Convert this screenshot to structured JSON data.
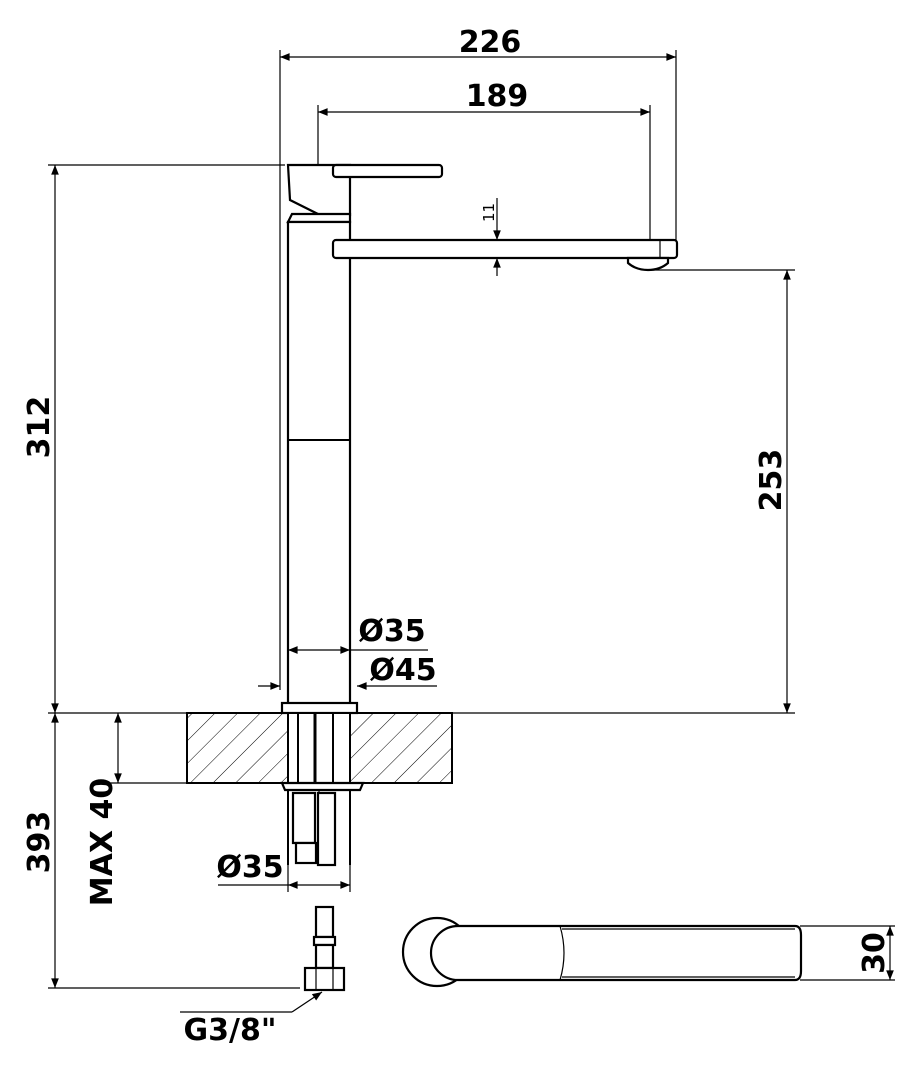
{
  "drawing": {
    "dimensions": {
      "overall_reach": "226",
      "spout_reach": "189",
      "spout_thickness": "11",
      "overall_height": "312",
      "spout_height": "253",
      "body_diameter": "Ø35",
      "flange_diameter": "Ø45",
      "below_counter_length": "393",
      "max_counter_thickness": "MAX 40",
      "shank_diameter": "Ø35",
      "spout_width": "30",
      "connection_thread": "G3/8\""
    },
    "colors": {
      "line": "#000000",
      "background": "#ffffff"
    }
  }
}
